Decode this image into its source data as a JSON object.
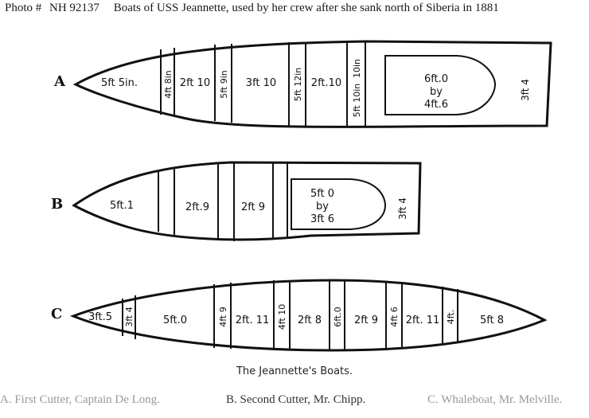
{
  "header": {
    "photo_label": "Photo #",
    "photo_number": "NH 92137",
    "title": "Boats of USS Jeannette, used by her crew after she sank north of Siberia in 1881"
  },
  "plate": {
    "caption": "The Jeannette's Boats.",
    "boats": [
      {
        "letter": "A",
        "stern_panel": "6ft.0 by 4ft.6",
        "stern_panel_lines": [
          "6ft.0",
          "by",
          "4ft.6"
        ],
        "measurements": [
          "5ft 5in.",
          "4ft 8in",
          "2ft 10",
          "5ft 9in",
          "3ft 10",
          "5ft 12in",
          "2ft.10",
          "10in",
          "5ft 10in",
          "3ft 4"
        ]
      },
      {
        "letter": "B",
        "stern_panel": "5ft 0 by 3ft 6",
        "stern_panel_lines": [
          "5ft 0",
          "by",
          "3ft 6"
        ],
        "measurements": [
          "5ft.1",
          "2ft.9",
          "2ft 9",
          "3ft 4"
        ]
      },
      {
        "letter": "C",
        "measurements": [
          "3ft.5",
          "3ft 4",
          "5ft.0",
          "4ft 9",
          "2ft. 11",
          "4ft 10",
          "2ft 8",
          "6ft.0",
          "2ft 9",
          "4ft 6",
          "2ft. 11",
          "4ft.",
          "5ft 8"
        ]
      }
    ]
  },
  "legend": {
    "a": "A. First Cutter, Captain De Long.",
    "b": "B. Second Cutter, Mr. Chipp.",
    "c": "C. Whaleboat, Mr. Melville."
  }
}
